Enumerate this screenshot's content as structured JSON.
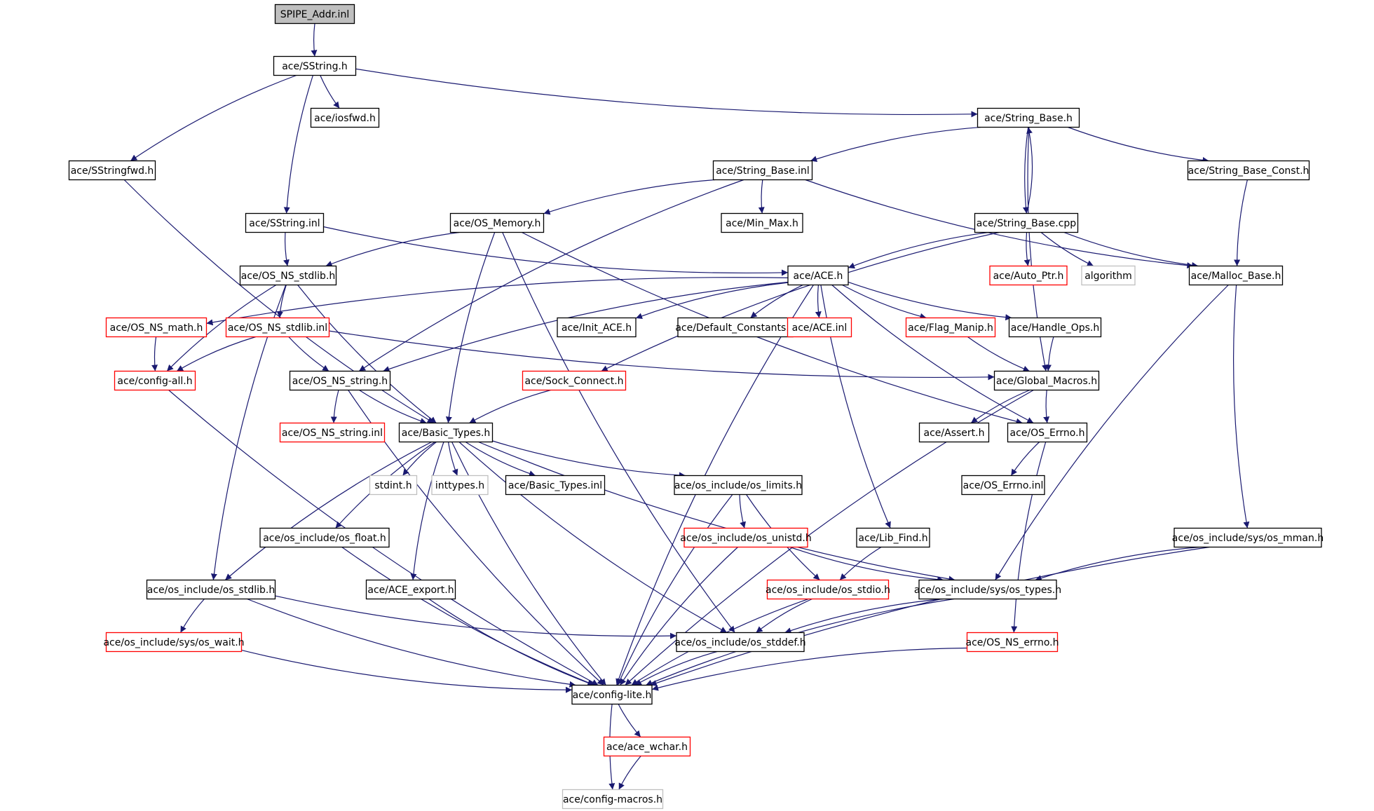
{
  "diagram": {
    "nodes": [
      {
        "id": "spipe_addr_inl",
        "label": "SPIPE_Addr.inl",
        "style": "root"
      },
      {
        "id": "sstring_h",
        "label": "ace/SString.h",
        "style": "normal"
      },
      {
        "id": "iosfwd_h",
        "label": "ace/iosfwd.h",
        "style": "normal"
      },
      {
        "id": "string_base_h",
        "label": "ace/String_Base.h",
        "style": "normal"
      },
      {
        "id": "sstringfwd_h",
        "label": "ace/SStringfwd.h",
        "style": "normal"
      },
      {
        "id": "string_base_inl",
        "label": "ace/String_Base.inl",
        "style": "normal"
      },
      {
        "id": "string_base_const_h",
        "label": "ace/String_Base_Const.h",
        "style": "normal"
      },
      {
        "id": "sstring_inl",
        "label": "ace/SString.inl",
        "style": "normal"
      },
      {
        "id": "os_memory_h",
        "label": "ace/OS_Memory.h",
        "style": "normal"
      },
      {
        "id": "min_max_h",
        "label": "ace/Min_Max.h",
        "style": "normal"
      },
      {
        "id": "string_base_cpp",
        "label": "ace/String_Base.cpp",
        "style": "normal"
      },
      {
        "id": "os_ns_stdlib_h",
        "label": "ace/OS_NS_stdlib.h",
        "style": "normal"
      },
      {
        "id": "ace_h",
        "label": "ace/ACE.h",
        "style": "normal"
      },
      {
        "id": "auto_ptr_h",
        "label": "ace/Auto_Ptr.h",
        "style": "red"
      },
      {
        "id": "algorithm",
        "label": "algorithm",
        "style": "gray"
      },
      {
        "id": "malloc_base_h",
        "label": "ace/Malloc_Base.h",
        "style": "normal"
      },
      {
        "id": "os_ns_math_h",
        "label": "ace/OS_NS_math.h",
        "style": "red"
      },
      {
        "id": "os_ns_stdlib_inl",
        "label": "ace/OS_NS_stdlib.inl",
        "style": "red"
      },
      {
        "id": "init_ace_h",
        "label": "ace/Init_ACE.h",
        "style": "normal"
      },
      {
        "id": "default_constants_h",
        "label": "ace/Default_Constants.h",
        "style": "normal"
      },
      {
        "id": "ace_inl",
        "label": "ace/ACE.inl",
        "style": "red"
      },
      {
        "id": "flag_manip_h",
        "label": "ace/Flag_Manip.h",
        "style": "red"
      },
      {
        "id": "handle_ops_h",
        "label": "ace/Handle_Ops.h",
        "style": "normal"
      },
      {
        "id": "config_all_h",
        "label": "ace/config-all.h",
        "style": "red"
      },
      {
        "id": "os_ns_string_h",
        "label": "ace/OS_NS_string.h",
        "style": "normal"
      },
      {
        "id": "sock_connect_h",
        "label": "ace/Sock_Connect.h",
        "style": "red"
      },
      {
        "id": "global_macros_h",
        "label": "ace/Global_Macros.h",
        "style": "normal"
      },
      {
        "id": "os_ns_string_inl",
        "label": "ace/OS_NS_string.inl",
        "style": "red"
      },
      {
        "id": "basic_types_h",
        "label": "ace/Basic_Types.h",
        "style": "normal"
      },
      {
        "id": "assert_h",
        "label": "ace/Assert.h",
        "style": "normal"
      },
      {
        "id": "os_errno_h",
        "label": "ace/OS_Errno.h",
        "style": "normal"
      },
      {
        "id": "stdint_h",
        "label": "stdint.h",
        "style": "gray"
      },
      {
        "id": "inttypes_h",
        "label": "inttypes.h",
        "style": "gray"
      },
      {
        "id": "basic_types_inl",
        "label": "ace/Basic_Types.inl",
        "style": "normal"
      },
      {
        "id": "os_limits_h",
        "label": "ace/os_include/os_limits.h",
        "style": "normal"
      },
      {
        "id": "os_errno_inl",
        "label": "ace/OS_Errno.inl",
        "style": "normal"
      },
      {
        "id": "os_float_h",
        "label": "ace/os_include/os_float.h",
        "style": "normal"
      },
      {
        "id": "os_unistd_h",
        "label": "ace/os_include/os_unistd.h",
        "style": "red"
      },
      {
        "id": "lib_find_h",
        "label": "ace/Lib_Find.h",
        "style": "normal"
      },
      {
        "id": "os_mman_h",
        "label": "ace/os_include/sys/os_mman.h",
        "style": "normal"
      },
      {
        "id": "ace_export_h",
        "label": "ace/ACE_export.h",
        "style": "normal"
      },
      {
        "id": "os_stdlib_h",
        "label": "ace/os_include/os_stdlib.h",
        "style": "normal"
      },
      {
        "id": "os_stdio_h",
        "label": "ace/os_include/os_stdio.h",
        "style": "red"
      },
      {
        "id": "os_types_h",
        "label": "ace/os_include/sys/os_types.h",
        "style": "normal"
      },
      {
        "id": "os_wait_h",
        "label": "ace/os_include/sys/os_wait.h",
        "style": "red"
      },
      {
        "id": "os_stddef_h",
        "label": "ace/os_include/os_stddef.h",
        "style": "normal"
      },
      {
        "id": "os_ns_errno_h",
        "label": "ace/OS_NS_errno.h",
        "style": "red"
      },
      {
        "id": "config_lite_h",
        "label": "ace/config-lite.h",
        "style": "normal"
      },
      {
        "id": "ace_wchar_h",
        "label": "ace/ace_wchar.h",
        "style": "red"
      },
      {
        "id": "config_macros_h",
        "label": "ace/config-macros.h",
        "style": "gray"
      }
    ],
    "edges": [
      [
        "spipe_addr_inl",
        "sstring_h"
      ],
      [
        "sstring_h",
        "iosfwd_h"
      ],
      [
        "sstring_h",
        "string_base_h"
      ],
      [
        "sstring_h",
        "sstringfwd_h"
      ],
      [
        "sstring_h",
        "sstring_inl"
      ],
      [
        "string_base_h",
        "string_base_inl"
      ],
      [
        "string_base_h",
        "string_base_const_h"
      ],
      [
        "string_base_h",
        "string_base_cpp"
      ],
      [
        "string_base_h",
        "global_macros_h"
      ],
      [
        "string_base_cpp",
        "string_base_h"
      ],
      [
        "sstringfwd_h",
        "basic_types_h"
      ],
      [
        "string_base_inl",
        "os_memory_h"
      ],
      [
        "string_base_inl",
        "min_max_h"
      ],
      [
        "string_base_inl",
        "malloc_base_h"
      ],
      [
        "string_base_inl",
        "os_ns_string_h"
      ],
      [
        "string_base_const_h",
        "malloc_base_h"
      ],
      [
        "sstring_inl",
        "os_ns_stdlib_h"
      ],
      [
        "sstring_inl",
        "ace_h"
      ],
      [
        "os_memory_h",
        "os_ns_stdlib_h"
      ],
      [
        "os_memory_h",
        "basic_types_h"
      ],
      [
        "os_memory_h",
        "os_errno_h"
      ],
      [
        "os_memory_h",
        "os_stddef_h"
      ],
      [
        "string_base_cpp",
        "auto_ptr_h"
      ],
      [
        "string_base_cpp",
        "algorithm"
      ],
      [
        "string_base_cpp",
        "malloc_base_h"
      ],
      [
        "string_base_cpp",
        "ace_h"
      ],
      [
        "string_base_cpp",
        "sock_connect_h"
      ],
      [
        "os_ns_stdlib_h",
        "os_ns_stdlib_inl"
      ],
      [
        "os_ns_stdlib_h",
        "config_all_h"
      ],
      [
        "os_ns_stdlib_h",
        "basic_types_h"
      ],
      [
        "os_ns_stdlib_h",
        "os_stdlib_h"
      ],
      [
        "ace_h",
        "init_ace_h"
      ],
      [
        "ace_h",
        "default_constants_h"
      ],
      [
        "ace_h",
        "ace_inl"
      ],
      [
        "ace_h",
        "flag_manip_h"
      ],
      [
        "ace_h",
        "handle_ops_h"
      ],
      [
        "ace_h",
        "os_ns_math_h"
      ],
      [
        "ace_h",
        "os_ns_string_h"
      ],
      [
        "ace_h",
        "lib_find_h"
      ],
      [
        "ace_h",
        "os_errno_h"
      ],
      [
        "ace_h",
        "config_lite_h"
      ],
      [
        "malloc_base_h",
        "os_mman_h"
      ],
      [
        "malloc_base_h",
        "os_types_h"
      ],
      [
        "os_ns_math_h",
        "config_all_h"
      ],
      [
        "os_ns_stdlib_inl",
        "config_all_h"
      ],
      [
        "os_ns_stdlib_inl",
        "os_ns_string_h"
      ],
      [
        "os_ns_stdlib_inl",
        "global_macros_h"
      ],
      [
        "flag_manip_h",
        "global_macros_h"
      ],
      [
        "handle_ops_h",
        "global_macros_h"
      ],
      [
        "config_all_h",
        "config_lite_h"
      ],
      [
        "os_ns_string_h",
        "os_ns_string_inl"
      ],
      [
        "os_ns_string_h",
        "basic_types_h"
      ],
      [
        "os_ns_string_h",
        "config_lite_h"
      ],
      [
        "sock_connect_h",
        "basic_types_h"
      ],
      [
        "global_macros_h",
        "assert_h"
      ],
      [
        "global_macros_h",
        "os_errno_h"
      ],
      [
        "global_macros_h",
        "config_lite_h"
      ],
      [
        "basic_types_h",
        "stdint_h"
      ],
      [
        "basic_types_h",
        "inttypes_h"
      ],
      [
        "basic_types_h",
        "basic_types_inl"
      ],
      [
        "basic_types_h",
        "os_limits_h"
      ],
      [
        "basic_types_h",
        "os_float_h"
      ],
      [
        "basic_types_h",
        "ace_export_h"
      ],
      [
        "basic_types_h",
        "os_stdlib_h"
      ],
      [
        "basic_types_h",
        "os_types_h"
      ],
      [
        "basic_types_h",
        "os_stddef_h"
      ],
      [
        "basic_types_h",
        "config_lite_h"
      ],
      [
        "os_errno_h",
        "os_errno_inl"
      ],
      [
        "os_errno_h",
        "os_ns_errno_h"
      ],
      [
        "os_limits_h",
        "os_unistd_h"
      ],
      [
        "os_limits_h",
        "os_stdio_h"
      ],
      [
        "os_limits_h",
        "config_lite_h"
      ],
      [
        "os_float_h",
        "config_lite_h"
      ],
      [
        "os_unistd_h",
        "os_types_h"
      ],
      [
        "os_unistd_h",
        "config_lite_h"
      ],
      [
        "lib_find_h",
        "os_stdio_h"
      ],
      [
        "os_mman_h",
        "os_types_h"
      ],
      [
        "os_mman_h",
        "config_lite_h"
      ],
      [
        "ace_export_h",
        "config_lite_h"
      ],
      [
        "os_stdlib_h",
        "os_wait_h"
      ],
      [
        "os_stdlib_h",
        "os_stddef_h"
      ],
      [
        "os_stdlib_h",
        "config_lite_h"
      ],
      [
        "os_stdio_h",
        "os_stddef_h"
      ],
      [
        "os_stdio_h",
        "config_lite_h"
      ],
      [
        "os_types_h",
        "os_stddef_h"
      ],
      [
        "os_types_h",
        "config_lite_h"
      ],
      [
        "os_wait_h",
        "config_lite_h"
      ],
      [
        "os_stddef_h",
        "config_lite_h"
      ],
      [
        "os_ns_errno_h",
        "config_lite_h"
      ],
      [
        "config_lite_h",
        "ace_wchar_h"
      ],
      [
        "config_lite_h",
        "config_macros_h"
      ],
      [
        "ace_wchar_h",
        "config_macros_h"
      ]
    ]
  },
  "colors": {
    "edge": "#191970",
    "normal_border": "#000000",
    "red_border": "#ff0000",
    "gray_border": "#bfbfbf",
    "root_fill": "#bfbfbf"
  }
}
